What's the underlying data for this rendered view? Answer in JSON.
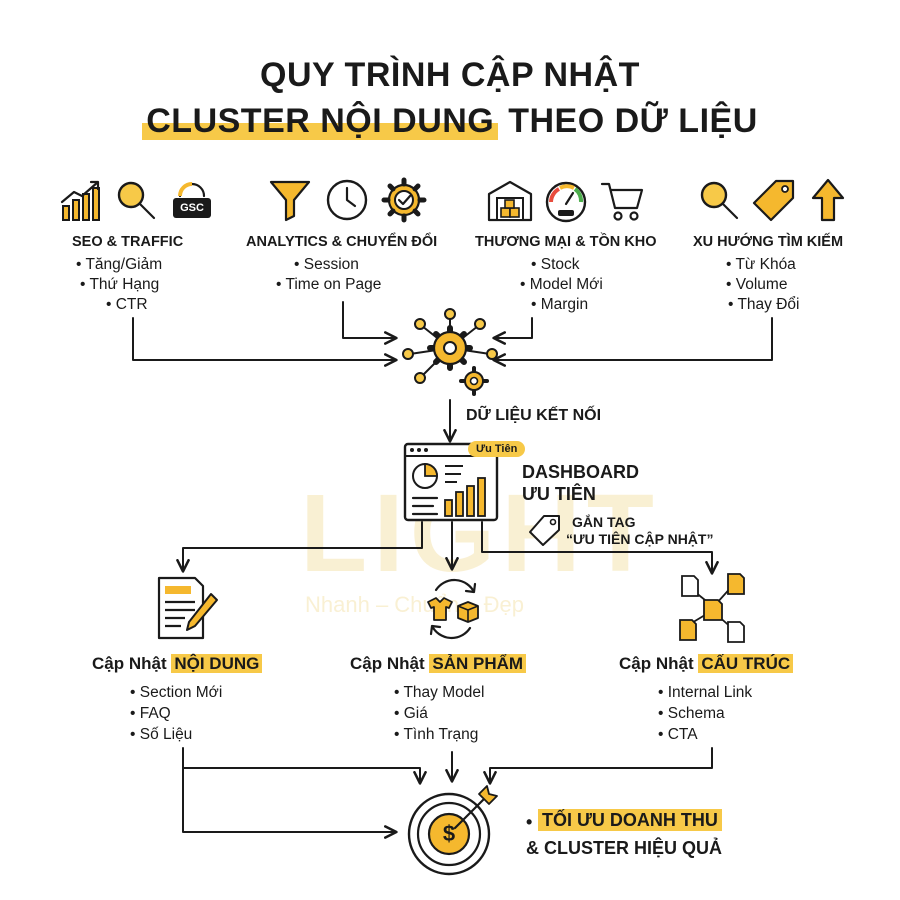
{
  "title": {
    "line1": "QUY TRÌNH CẬP NHẬT",
    "line2_highlight": "CLUSTER NỘI DUNG",
    "line2_rest": "THEO DỮ LIỆU"
  },
  "sources": [
    {
      "title": "SEO & TRAFFIC",
      "items": [
        "Tăng/Giảm",
        "Thứ Hạng",
        "CTR"
      ],
      "badge": "GSC"
    },
    {
      "title": "ANALYTICS & CHUYỂN ĐỔI",
      "items": [
        "Session",
        "Time on Page"
      ]
    },
    {
      "title": "THƯƠNG MẠI & TỒN KHO",
      "items": [
        "Stock",
        "Model Mới",
        "Margin"
      ]
    },
    {
      "title": "XU HƯỚNG TÌM KIẾM",
      "items": [
        "Từ Khóa",
        "Volume",
        "Thay Đổi"
      ]
    }
  ],
  "hub": {
    "label": "DỮ LIỆU KẾT NỐI"
  },
  "dashboard": {
    "badge": "Ưu Tiên",
    "line1": "DASHBOARD",
    "line2": "ƯU TIÊN",
    "tag_line1": "GẮN TAG",
    "tag_line2": "“ƯU TIÊN CẬP NHẬT”"
  },
  "updates": [
    {
      "prefix": "Cập Nhật",
      "keyword": "NỘI DUNG",
      "items": [
        "Section Mới",
        "FAQ",
        "Số Liệu"
      ]
    },
    {
      "prefix": "Cập Nhật",
      "keyword": "SẢN PHẨM",
      "items": [
        "Thay Model",
        "Giá",
        "Tình Trạng"
      ]
    },
    {
      "prefix": "Cập Nhật",
      "keyword": "CẤU TRÚC",
      "items": [
        "Internal Link",
        "Schema",
        "CTA"
      ]
    }
  ],
  "result": {
    "bullet": "•",
    "line1": "TỐI ƯU DOANH THU",
    "line2": "& CLUSTER HIỆU QUẢ",
    "coin_symbol": "$"
  },
  "watermark": {
    "brand": "LIGHT",
    "slogan": "Nhanh – Chuẩn – Đẹp"
  },
  "colors": {
    "accent": "#f7c948",
    "ink": "#1a1a1a"
  }
}
